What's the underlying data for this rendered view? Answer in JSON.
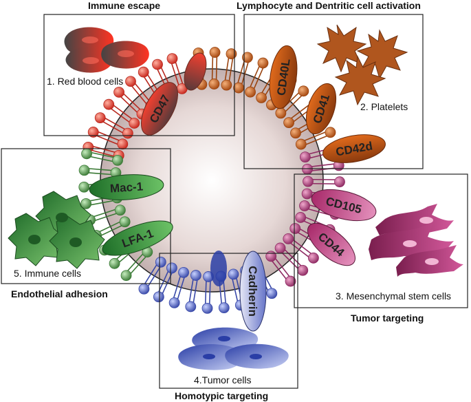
{
  "sections": {
    "immune_escape": {
      "heading": "Immune escape",
      "cell_label": "1. Red blood cells",
      "protein": "CD47",
      "color": "#e8382c"
    },
    "activation": {
      "heading": "Lymphocyte and Dentritic cell activation",
      "cell_label": "2. Platelets",
      "proteins": [
        "CD40L",
        "CD41",
        "CD42d"
      ],
      "color": "#c8581c"
    },
    "tumor_targeting": {
      "heading": "Tumor targeting",
      "cell_label": "3. Mesenchymal stem cells",
      "proteins": [
        "CD105",
        "CD44"
      ],
      "color": "#b03a78"
    },
    "homotypic_targeting": {
      "heading": "Homotypic targeting",
      "cell_label": "4.Tumor cells",
      "protein": "Cadherin",
      "color": "#4a5fc0"
    },
    "endothelial_adhesion": {
      "heading": "Endothelial adhesion",
      "cell_label": "5. Immune cells",
      "proteins": [
        "Mac-1",
        "LFA-1"
      ],
      "color": "#3a8f3a"
    }
  }
}
